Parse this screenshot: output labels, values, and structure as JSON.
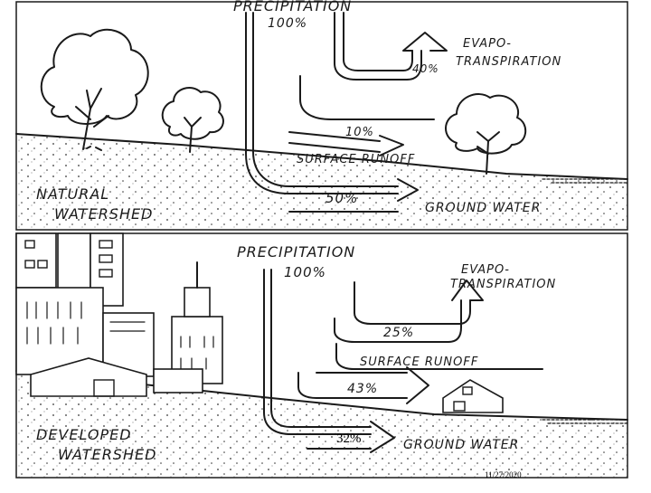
{
  "natural": {
    "watershed_label": [
      "NATURAL",
      "WATERSHED"
    ],
    "precipitation": {
      "label": "PRECIPITATION",
      "percent": "100%"
    },
    "evapotranspiration": {
      "label": [
        "EVAPO-",
        "TRANSPIRATION"
      ],
      "percent": "40%"
    },
    "surface_runoff": {
      "label": "SURFACE RUNOFF",
      "percent": "10%"
    },
    "ground_water": {
      "label": "GROUND WATER",
      "percent": "50%"
    }
  },
  "developed": {
    "watershed_label": [
      "DEVELOPED",
      "WATERSHED"
    ],
    "precipitation": {
      "label": "PRECIPITATION",
      "percent": "100%"
    },
    "evapotranspiration": {
      "label": [
        "EVAPO-",
        "TRANSPIRATION"
      ],
      "percent": "25%"
    },
    "surface_runoff": {
      "label": "SURFACE RUNOFF",
      "percent": "43%"
    },
    "ground_water": {
      "label": "GROUND WATER",
      "percent": "32%"
    }
  },
  "footer": {
    "date": "11/27/2020"
  },
  "colors": {
    "ink": "#1a1a1a",
    "background": "#ffffff"
  }
}
